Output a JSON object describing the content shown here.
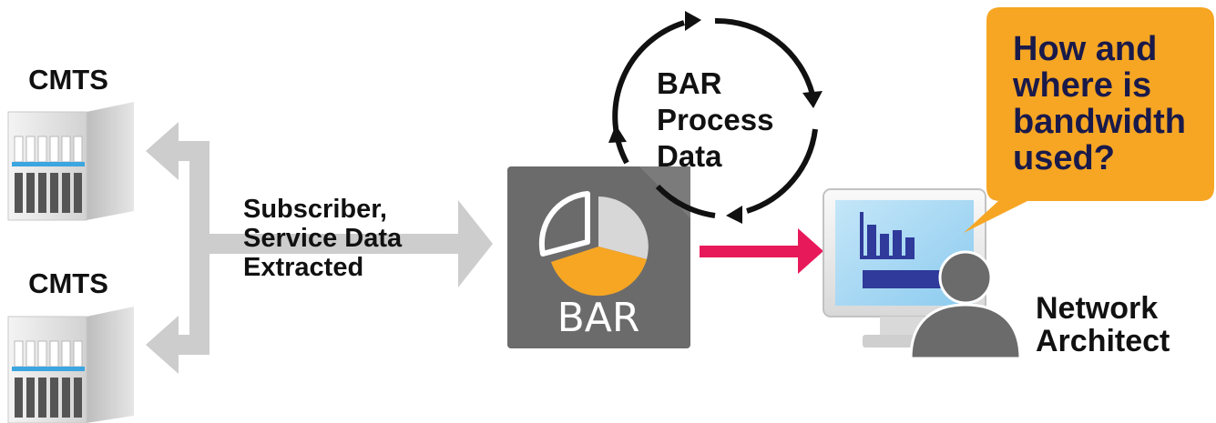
{
  "servers": [
    {
      "label": "CMTS"
    },
    {
      "label": "CMTS"
    }
  ],
  "extract_label": [
    "Subscriber,",
    "Service Data",
    "Extracted"
  ],
  "process_label": [
    "BAR",
    "Process",
    "Data"
  ],
  "bar_tile_label": "BAR",
  "bubble_text": [
    "How and",
    "where is",
    "bandwidth",
    "used?"
  ],
  "user_label": [
    "Network",
    "Architect"
  ],
  "colors": {
    "tile": "#6b6b6b",
    "pie_accent": "#f6a623",
    "bubble": "#f6a623",
    "bubble_text": "#1a1a4a",
    "output_arrow": "#e8195a",
    "flow_arrow": "#cdcdcd",
    "screen": "#a9d6f2",
    "chart_bars": "#2f3a9a",
    "person": "#6b6b6b"
  },
  "icons": [
    "server-icon",
    "bar-app-icon",
    "cycle-arrows-icon",
    "monitor-icon",
    "person-icon",
    "speech-bubble-icon"
  ]
}
